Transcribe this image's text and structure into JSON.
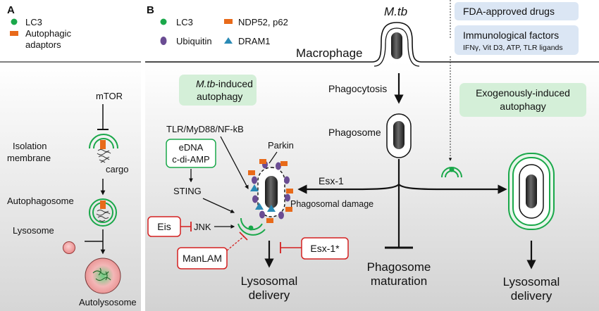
{
  "panel_a": {
    "letter": "A",
    "legend": {
      "lc3": "LC3",
      "adaptors_line1": "Autophagic",
      "adaptors_line2": "adaptors"
    },
    "mtor": "mTOR",
    "isolation_line1": "Isolation",
    "isolation_line2": "membrane",
    "cargo": "cargo",
    "autophagosome": "Autophagosome",
    "lysosome": "Lysosome",
    "autolysosome": "Autolysosome"
  },
  "panel_b": {
    "letter": "B",
    "legend": {
      "lc3": "LC3",
      "ubiquitin": "Ubiquitin",
      "ndp52": "NDP52, p62",
      "dram1": "DRAM1"
    },
    "mtb": "M.tb",
    "macrophage": "Macrophage",
    "fda_drugs": "FDA-approved drugs",
    "immuno_title": "Immunological factors",
    "immuno_list": "IFNγ, Vit D3, ATP, TLR ligands",
    "mtb_induced_line1_italic": "M.tb",
    "mtb_induced_line1_rest": "-induced",
    "mtb_induced_line2": "autophagy",
    "exo_line1": "Exogenously-induced",
    "exo_line2": "autophagy",
    "phagocytosis": "Phagocytosis",
    "phagosome": "Phagosome",
    "tlr": "TLR/MyD88/NF-kB",
    "parkin": "Parkin",
    "edna": "eDNA",
    "cdiamp": "c-di-AMP",
    "sting": "STING",
    "jnk": "JNK",
    "eis": "Eis",
    "manlam": "ManLAM",
    "esx1": "Esx-1",
    "esx1_star": "Esx-1*",
    "phagosomal_damage": "Phagosomal damage",
    "lyso_left_line1": "Lysosomal",
    "lyso_left_line2": "delivery",
    "pm_line1": "Phagosome",
    "pm_line2": "maturation",
    "lyso_right_line1": "Lysosomal",
    "lyso_right_line2": "delivery"
  },
  "colors": {
    "lc3": "#1aa84a",
    "adaptor": "#e86a1a",
    "ubiquitin": "#6a4c93",
    "dram1": "#2a8ab5",
    "inhibitor": "#d42020",
    "green_box": "#d4efd8",
    "blue_box": "#dbe6f4",
    "lysosome": "#f2a3a3"
  }
}
